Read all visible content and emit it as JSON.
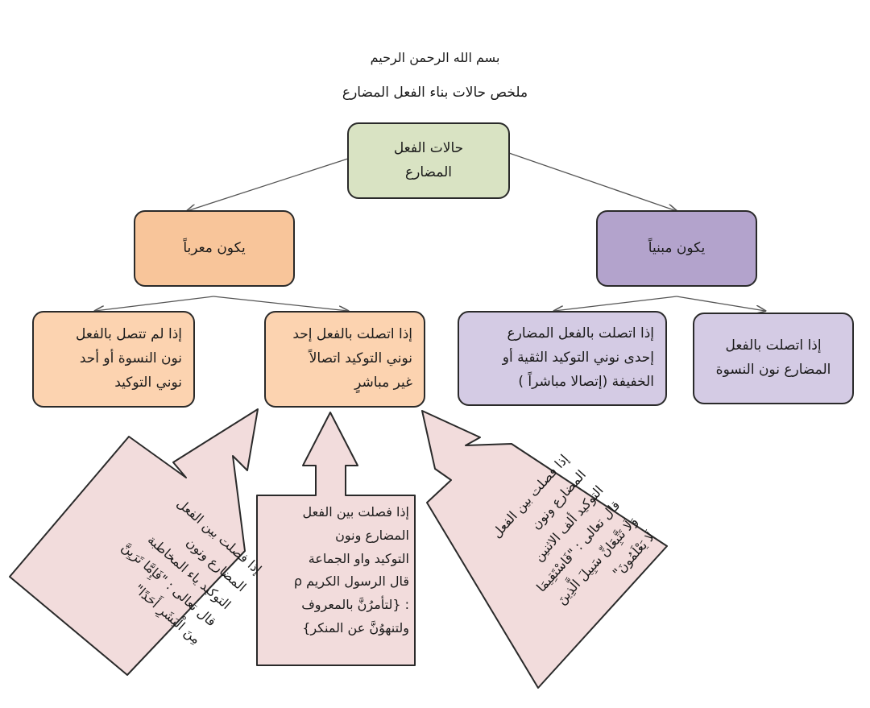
{
  "header": {
    "basmala": "بسم الله الرحمن الرحيم",
    "title": "ملخص حالات بناء الفعل المضارع"
  },
  "root": {
    "line1": "حالات الفعل",
    "line2": "المضارع"
  },
  "branch_left": "يكون معرباً",
  "branch_right": "يكون مبنياً",
  "leaves": {
    "not_connected": [
      "إذا لم تتصل بالفعل",
      "نون النسوة أو أحد",
      "نوني التوكيد"
    ],
    "indirect": [
      "إذا اتصلت بالفعل إحد",
      "نوني التوكيد اتصالاً",
      "غير مباشرٍ"
    ],
    "direct": [
      "إذا اتصلت بالفعل المضارع",
      "إحدى نوني التوكيد الثقية أو",
      "الخفيفة (إتصالا مباشراً )"
    ],
    "nisw": [
      "إذا اتصلت بالفعل",
      "المضارع نون النسوة"
    ]
  },
  "callouts": {
    "left": [
      "إذا فصلت بين الفعل",
      "المضارع ونون",
      "التوكيد ياء المخاطبة",
      "قال تعالى : \"فَإِمَّا تَرَيِنَّ",
      "مِنَ الْبَشَرِ أَحَدًا\""
    ],
    "middle": [
      "إذا فصلت بين الفعل",
      "المضارع ونون",
      "التوكيد واو الجماعة",
      "قال الرسول الكريم ρ",
      ": {لتأمرُنَّ بالمعروف",
      "ولتنهوُنَّ عن المنكر}"
    ],
    "right": [
      "إذا فصلت بين الفعل",
      "المضارع ونون",
      "التوكيد ألف الاثنين",
      "قال تعالى : \"فَاسْتَقِيمَا",
      "وَلَا تَتَّبِعَانِّ سَبِيلَ الَّذِينَ",
      "لَا يَعْلَمُونَ\""
    ]
  },
  "colors": {
    "root": "#d9e3c3",
    "mu3rab": "#f8c59a",
    "mabni": "#b3a3cc",
    "mabni_leaf": "#d4cbe4",
    "mu3rab_leaf": "#fcd3b0",
    "callout": "#f2dcdc"
  }
}
